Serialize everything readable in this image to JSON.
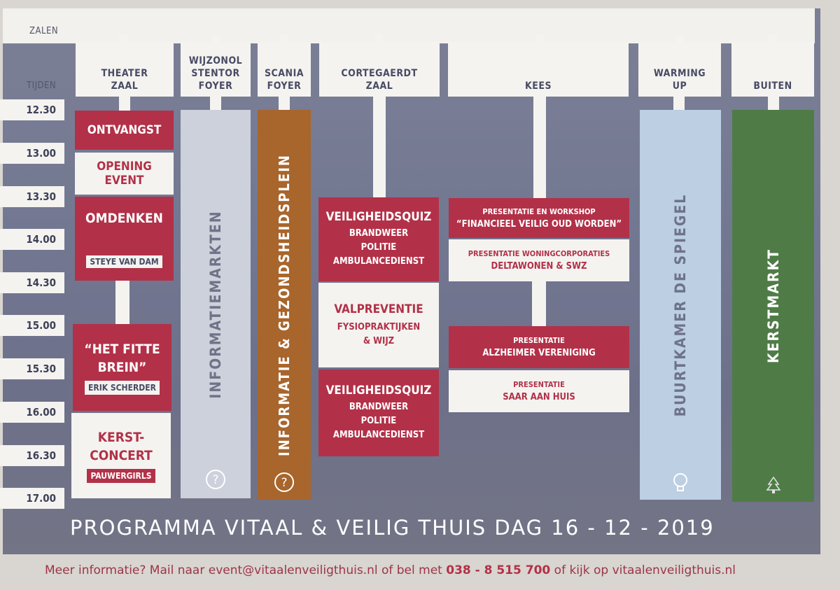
{
  "zalen_label": "ZALEN",
  "tijden_label": "TIJDEN",
  "times": [
    "12.30",
    "13.00",
    "13.30",
    "14.00",
    "14.30",
    "15.00",
    "15.30",
    "16.00",
    "16.30",
    "17.00"
  ],
  "rooms": [
    {
      "label": "THEATER\nZAAL"
    },
    {
      "label": "WIJZONOL\nSTENTOR\nFOYER"
    },
    {
      "label": "SCANIA\nFOYER"
    },
    {
      "label": "CORTEGAERDT\nZAAL"
    },
    {
      "label": "KEES"
    },
    {
      "label": "WARMING\nUP"
    },
    {
      "label": "BUITEN"
    }
  ],
  "theater": {
    "ontvangst": "ONTVANGST",
    "opening": "OPENING\nEVENT",
    "omdenken": "OMDENKEN",
    "omdenken_speaker": "STEYE VAN DAM",
    "fitte_brein": "“HET FITTE\nBREIN”",
    "fitte_speaker": "ERIK SCHERDER",
    "kerstconcert": "KERST-\nCONCERT",
    "kerst_speaker": "PAUWERGIRLS"
  },
  "wijzonol": {
    "text": "INFORMATIEMARKTEN",
    "icon": "question-icon"
  },
  "scania": {
    "text": "INFORMATIE & GEZONDSHEIDSPLEIN",
    "icon": "question-icon"
  },
  "cortegaerdt": {
    "quiz1_title": "VEILIGHEIDSQUIZ",
    "quiz1_lines": "BRANDWEER\nPOLITIE\nAMBULANCEDIENST",
    "val_title": "VALPREVENTIE",
    "val_lines": "FYSIOPRAKTIJKEN\n& WIJZ",
    "quiz2_title": "VEILIGHEIDSQUIZ",
    "quiz2_lines": "BRANDWEER\nPOLITIE\nAMBULANCEDIENST"
  },
  "kees": {
    "p1_small": "PRESENTATIE EN WORKSHOP",
    "p1_big": "“FINANCIEEL VEILIG OUD WORDEN”",
    "p2_small": "PRESENTATIE WONINGCORPORATIES",
    "p2_big": "DELTAWONEN & SWZ",
    "p3_small": "PRESENTATIE",
    "p3_big": "ALZHEIMER VERENIGING",
    "p4_small": "PRESENTATIE",
    "p4_big": "SAAR AAN HUIS"
  },
  "warming": {
    "text": "BUURTKAMER DE SPIEGEL",
    "icon": "lightbulb-icon"
  },
  "buiten": {
    "text": "KERSTMARKT",
    "icon": "christmas-tree-icon"
  },
  "title": "PROGRAMMA VITAAL & VEILIG THUIS DAG 16 - 12 - 2019",
  "footer": {
    "part1": "Meer informatie? Mail naar event@vitaalenveiligthuis.nl of bel met ",
    "phone": "038 - 8 515 700",
    "part2": " of kijk op vitaalenveiligthuis.nl"
  },
  "colors": {
    "red": "#b23148",
    "cream": "#f4f3f0",
    "blue_grey": "#cdd1dc",
    "brown": "#a8652c",
    "light_blue": "#bccfe3",
    "green": "#4f7c46"
  }
}
